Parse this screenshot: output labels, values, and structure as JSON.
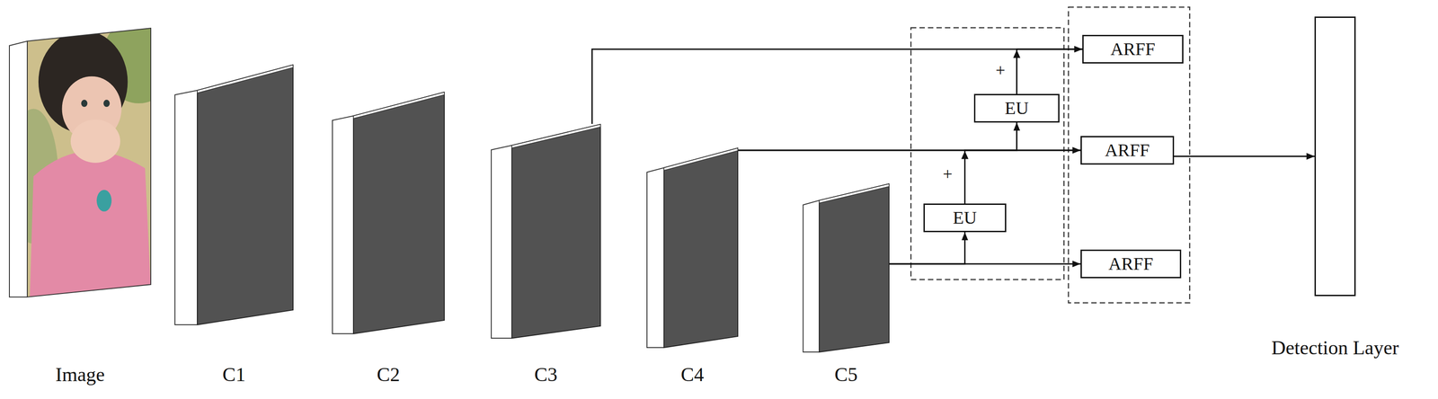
{
  "diagram": {
    "nodes": [
      {
        "text": [
          "Image"
        ]
      },
      {
        "text": [
          "C1"
        ]
      },
      {
        "text": [
          "C2"
        ]
      },
      {
        "text": [
          "C3"
        ]
      },
      {
        "text": [
          "C4"
        ]
      },
      {
        "text": [
          "C5"
        ]
      },
      {
        "text": [
          "EU"
        ]
      },
      {
        "text": [
          "EU"
        ]
      },
      {
        "text": [
          "ARFF"
        ]
      },
      {
        "text": [
          "ARFF"
        ]
      },
      {
        "text": [
          "ARFF"
        ]
      },
      {
        "text": [
          "Detection Layer"
        ]
      }
    ],
    "edges": [
      {
        "from": 3,
        "to": 8,
        "arrow": "to"
      },
      {
        "from": 4,
        "to": 9,
        "arrow": "to"
      },
      {
        "from": 5,
        "to": 10,
        "arrow": "to"
      },
      {
        "from": 5,
        "to": 7,
        "arrow": "to"
      },
      {
        "from": 7,
        "to": 9,
        "arrow": "to"
      },
      {
        "from": 7,
        "to": 6,
        "arrow": "to"
      },
      {
        "from": 4,
        "to": 6,
        "arrow": "to"
      },
      {
        "from": 6,
        "to": 8,
        "arrow": "to"
      },
      {
        "from": 8,
        "to": 11,
        "arrow": "to"
      },
      {
        "from": 9,
        "to": 11,
        "arrow": "to"
      },
      {
        "from": 10,
        "to": 11,
        "arrow": "to"
      }
    ],
    "labels": [
      "+",
      "+"
    ]
  }
}
